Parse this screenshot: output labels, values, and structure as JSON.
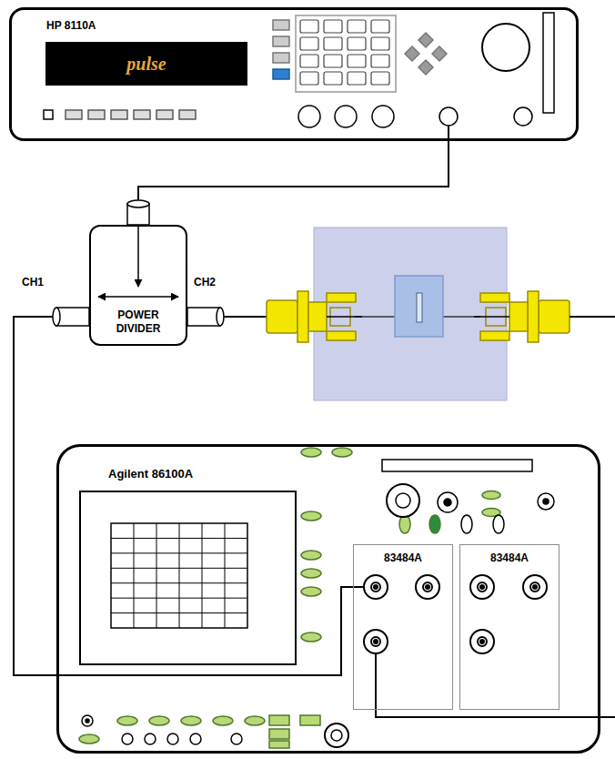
{
  "diagram": {
    "nodes": [
      {
        "text": [
          "HP 8110A"
        ]
      },
      {
        "text": [
          "pulse"
        ],
        "in": 0
      },
      {
        "text": [
          "POWER DIVIDER"
        ]
      },
      {
        "text": [
          "Agilent 86100A"
        ]
      },
      {
        "text": [
          "83484A"
        ],
        "in": 3
      },
      {
        "text": [
          "83484A"
        ],
        "in": 3
      }
    ],
    "edges": [
      {
        "from": 0,
        "to": 2,
        "arrow": "none"
      },
      {
        "from": 2,
        "to": 4,
        "arrow": "none"
      }
    ],
    "labels": [
      "CH1",
      "CH2"
    ]
  }
}
